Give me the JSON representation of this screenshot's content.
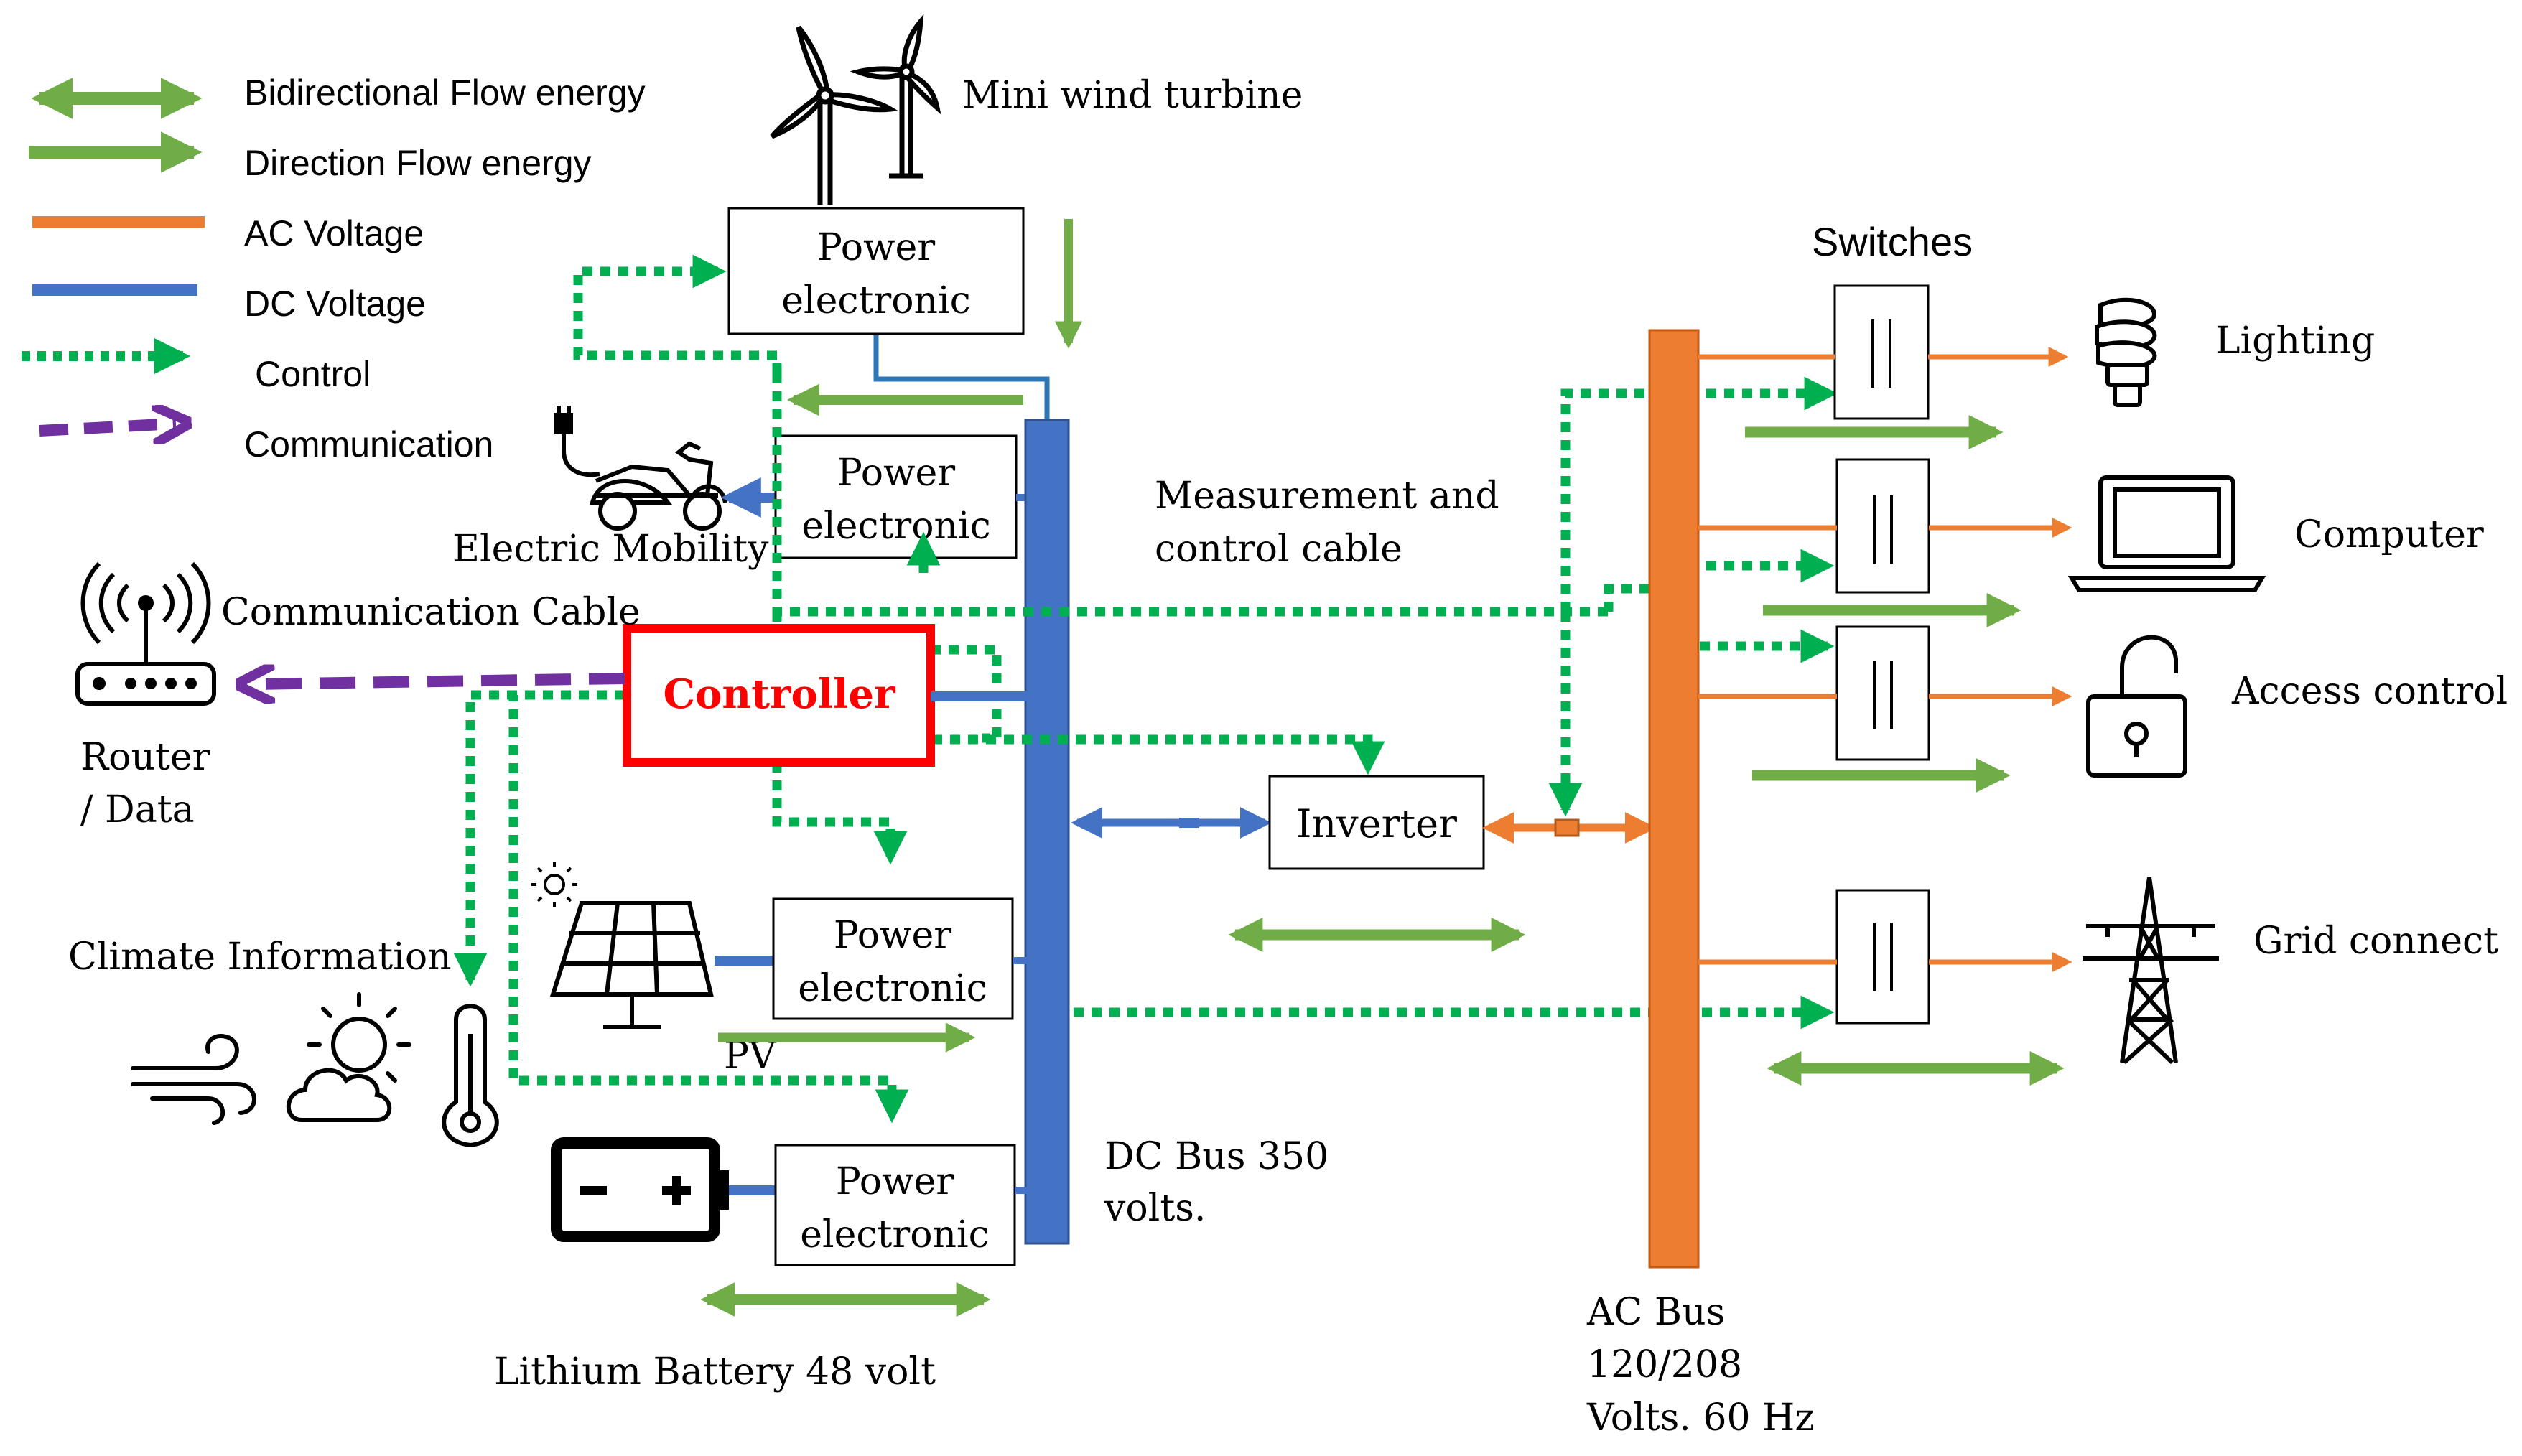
{
  "legend": {
    "bidirectional": "Bidirectional Flow energy",
    "direction": "Direction Flow energy",
    "ac_voltage": "AC Voltage",
    "dc_voltage": "DC Voltage",
    "control": "Control",
    "communication": "Communication"
  },
  "labels": {
    "wind": "Mini wind turbine",
    "pe": [
      "Power",
      "electronic"
    ],
    "electric_mobility": "Electric Mobility",
    "communication_cable": "Communication Cable",
    "controller": "Controller",
    "router": [
      "Router",
      "/ Data"
    ],
    "climate": "Climate Information",
    "pv": "PV",
    "battery": "Lithium Battery 48 volt",
    "dc_bus": [
      "DC Bus 350",
      "volts."
    ],
    "measurement": [
      "Measurement and",
      "control cable"
    ],
    "inverter": "Inverter",
    "switches": "Switches",
    "ac_bus": [
      "AC Bus",
      "120/208",
      "Volts. 60 Hz"
    ],
    "loads": {
      "lighting": "Lighting",
      "computer": "Computer",
      "access": "Access control",
      "grid": "Grid connect"
    }
  },
  "colors": {
    "green": "#70ad47",
    "orange": "#ed7d31",
    "blue": "#4472c4",
    "control_green": "#00b050",
    "purple": "#7030a0",
    "red": "#ff0000",
    "ink": "#000000"
  }
}
